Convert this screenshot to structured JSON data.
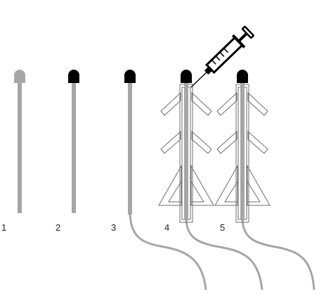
{
  "steps": [
    {
      "number": "1",
      "cap": "grey",
      "cable": false,
      "anchor": false,
      "syringe": false
    },
    {
      "number": "2",
      "cap": "black",
      "cable": false,
      "anchor": false,
      "syringe": false
    },
    {
      "number": "3",
      "cap": "black",
      "cable": true,
      "anchor": false,
      "syringe": false
    },
    {
      "number": "4",
      "cap": "black",
      "cable": true,
      "anchor": true,
      "syringe": true
    },
    {
      "number": "5",
      "cap": "black",
      "cable": true,
      "anchor": true,
      "syringe": false
    }
  ],
  "colors": {
    "rod": "#a6a6a6",
    "grey_cap": "#a6a6a6",
    "black_cap": "#000000",
    "outline": "#6e6e6e",
    "syringe": "#000000"
  },
  "icons": [
    "syringe-icon",
    "probe-cap-icon",
    "anchor-outline-icon",
    "cable-icon"
  ]
}
